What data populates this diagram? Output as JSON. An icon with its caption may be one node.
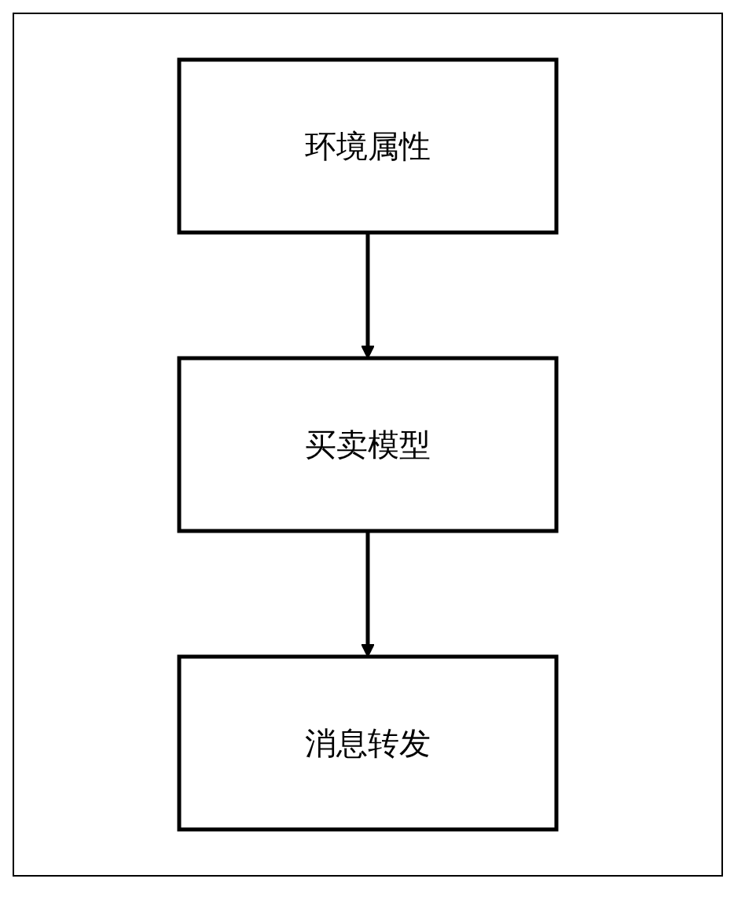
{
  "diagram": {
    "nodes": [
      {
        "text": [
          "环境属性"
        ]
      },
      {
        "text": [
          "买卖模型"
        ]
      },
      {
        "text": [
          "消息转发"
        ]
      }
    ],
    "edges": [
      {
        "from": 0,
        "to": 1,
        "arrow": "to"
      },
      {
        "from": 1,
        "to": 2,
        "arrow": "to"
      }
    ]
  }
}
